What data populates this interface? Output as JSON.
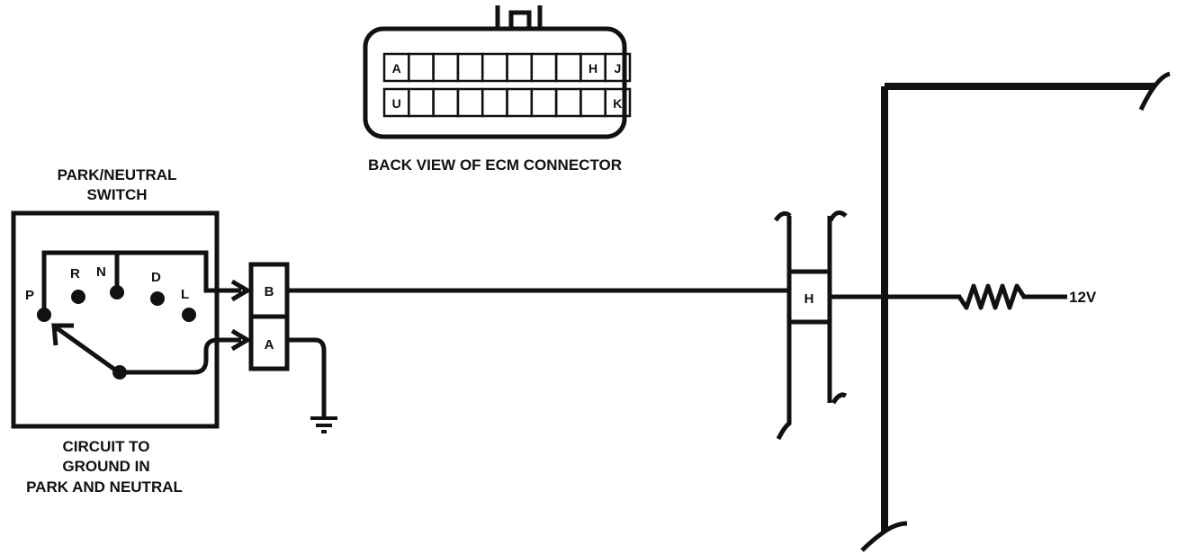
{
  "connector": {
    "caption": "BACK VIEW OF ECM CONNECTOR",
    "top_row": [
      "A",
      "",
      "",
      "",
      "",
      "",
      "",
      "",
      "H",
      "J"
    ],
    "bottom_row": [
      "U",
      "",
      "",
      "",
      "",
      "",
      "",
      "",
      "",
      "K"
    ]
  },
  "switch": {
    "title_line1": "PARK/NEUTRAL",
    "title_line2": "SWITCH",
    "positions": [
      "P",
      "R",
      "N",
      "D",
      "L"
    ],
    "note_line1": "CIRCUIT TO",
    "note_line2": "GROUND IN",
    "note_line3": "PARK AND NEUTRAL"
  },
  "switch_connector": {
    "pin_b": "B",
    "pin_a": "A"
  },
  "ecm": {
    "pin_h": "H"
  },
  "supply": {
    "label": "12V"
  }
}
